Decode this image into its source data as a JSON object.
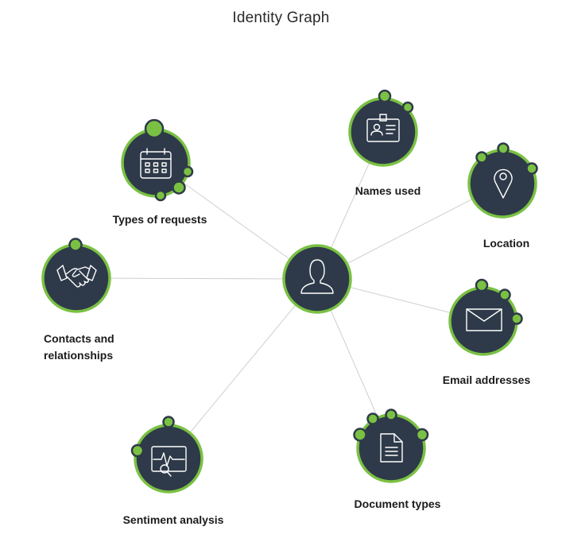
{
  "title": "Identity Graph",
  "colors": {
    "node_fill": "#2e3a49",
    "accent_green": "#7ac143",
    "edge": "#cfcfcf"
  },
  "center_node": {
    "icon": "person-icon"
  },
  "nodes": [
    {
      "id": "types-of-requests",
      "label": "Types of requests",
      "icon": "calendar-icon"
    },
    {
      "id": "names-used",
      "label": "Names used",
      "icon": "id-badge-icon"
    },
    {
      "id": "location",
      "label": "Location",
      "icon": "map-pin-icon"
    },
    {
      "id": "contacts",
      "label_line1": "Contacts and",
      "label_line2": "relationships",
      "icon": "handshake-icon"
    },
    {
      "id": "email-addresses",
      "label": "Email addresses",
      "icon": "envelope-icon"
    },
    {
      "id": "sentiment-analysis",
      "label": "Sentiment analysis",
      "icon": "analytics-search-icon"
    },
    {
      "id": "document-types",
      "label": "Document types",
      "icon": "document-icon"
    }
  ]
}
